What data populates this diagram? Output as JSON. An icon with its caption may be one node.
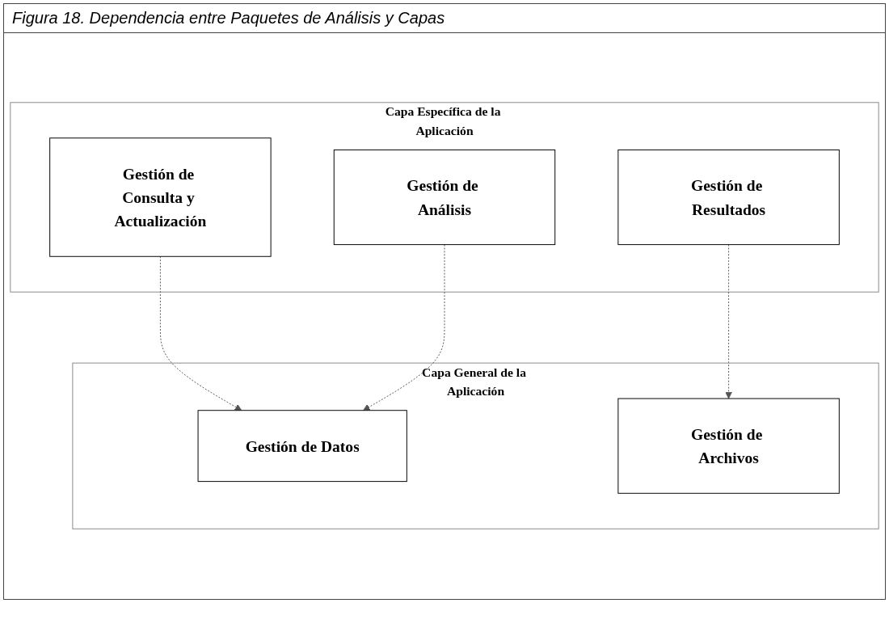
{
  "diagram": {
    "title": "Figura 18. Dependencia entre Paquetes de Análisis y Capas",
    "nodes": [
      {
        "text": [
          "Capa Específica de la Aplicación"
        ]
      },
      {
        "text": [
          "Gestión de Consulta y Actualización"
        ],
        "in": 0
      },
      {
        "text": [
          "Gestión de Análisis"
        ],
        "in": 0
      },
      {
        "text": [
          "Gestión de Resultados"
        ],
        "in": 0
      },
      {
        "text": [
          "Capa General de la Aplicación"
        ]
      },
      {
        "text": [
          "Gestión de Datos"
        ],
        "in": 4
      },
      {
        "text": [
          "Gestión de Archivos"
        ],
        "in": 4
      }
    ],
    "edges": [
      {
        "from": 1,
        "to": 5,
        "arrow": "to",
        "style": "dashed"
      },
      {
        "from": 2,
        "to": 5,
        "arrow": "to",
        "style": "dashed"
      },
      {
        "from": 3,
        "to": 6,
        "arrow": "to",
        "style": "dashed"
      }
    ]
  }
}
